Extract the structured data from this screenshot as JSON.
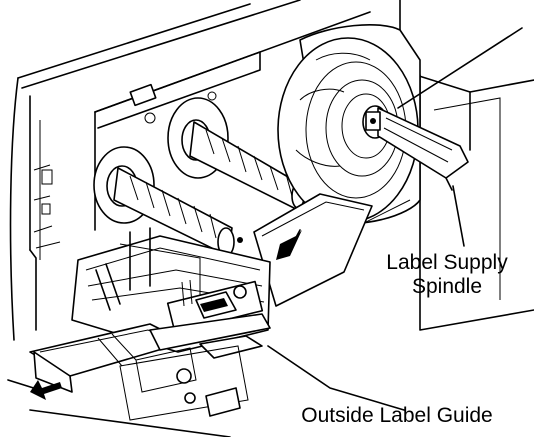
{
  "labels": {
    "spindle_line1": "Label Supply",
    "spindle_line2": "Spindle",
    "guide": "Outside Label Guide"
  },
  "colors": {
    "line": "#000000",
    "background": "#ffffff"
  }
}
